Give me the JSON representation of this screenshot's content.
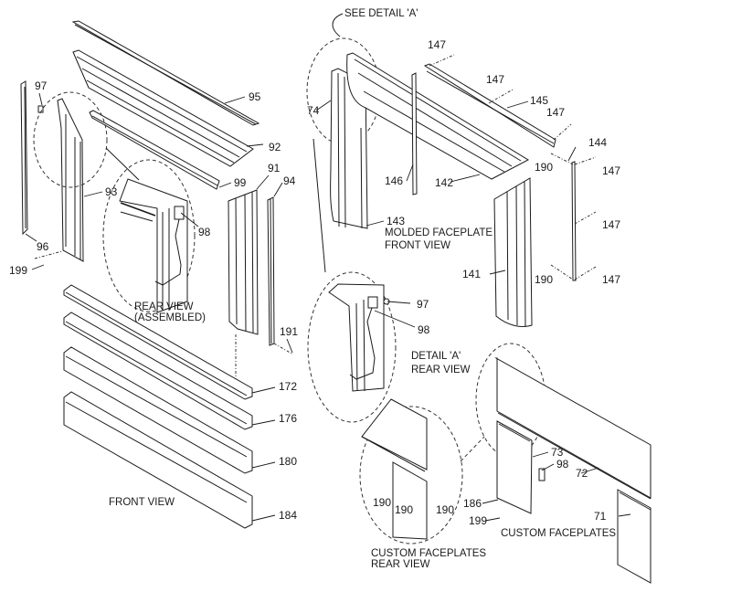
{
  "diagram": {
    "type": "exploded parts diagram",
    "captions": {
      "see_detail": "SEE DETAIL 'A'",
      "rear_view_assembled_1": "REAR VIEW",
      "rear_view_assembled_2": "(ASSEMBLED)",
      "front_view": "FRONT VIEW",
      "molded_faceplate_1": "MOLDED FACEPLATE",
      "molded_faceplate_2": "FRONT VIEW",
      "detail_a_1": "DETAIL 'A'",
      "detail_a_2": "REAR VIEW",
      "custom_faceplates": "CUSTOM FACEPLATES",
      "custom_rear_1": "CUSTOM FACEPLATES",
      "custom_rear_2": "REAR VIEW"
    },
    "part_labels": {
      "p95": "95",
      "p92": "92",
      "p97a": "97",
      "p93": "93",
      "p99": "99",
      "p91": "91",
      "p94": "94",
      "p98a": "98",
      "p96": "96",
      "p199a": "199",
      "p191": "191",
      "p172": "172",
      "p176": "176",
      "p180": "180",
      "p184": "184",
      "p74": "74",
      "p147a": "147",
      "p147b": "147",
      "p147c": "147",
      "p145": "145",
      "p146": "146",
      "p142": "142",
      "p143": "143",
      "p190a": "190",
      "p144": "144",
      "p147d": "147",
      "p147e": "147",
      "p147f": "147",
      "p190b": "190",
      "p141": "141",
      "p97b": "97",
      "p98b": "98",
      "p73": "73",
      "p98c": "98",
      "p72": "72",
      "p186": "186",
      "p199b": "199",
      "p71": "71",
      "p190c": "190",
      "p190d": "190",
      "p190e": "190"
    }
  }
}
